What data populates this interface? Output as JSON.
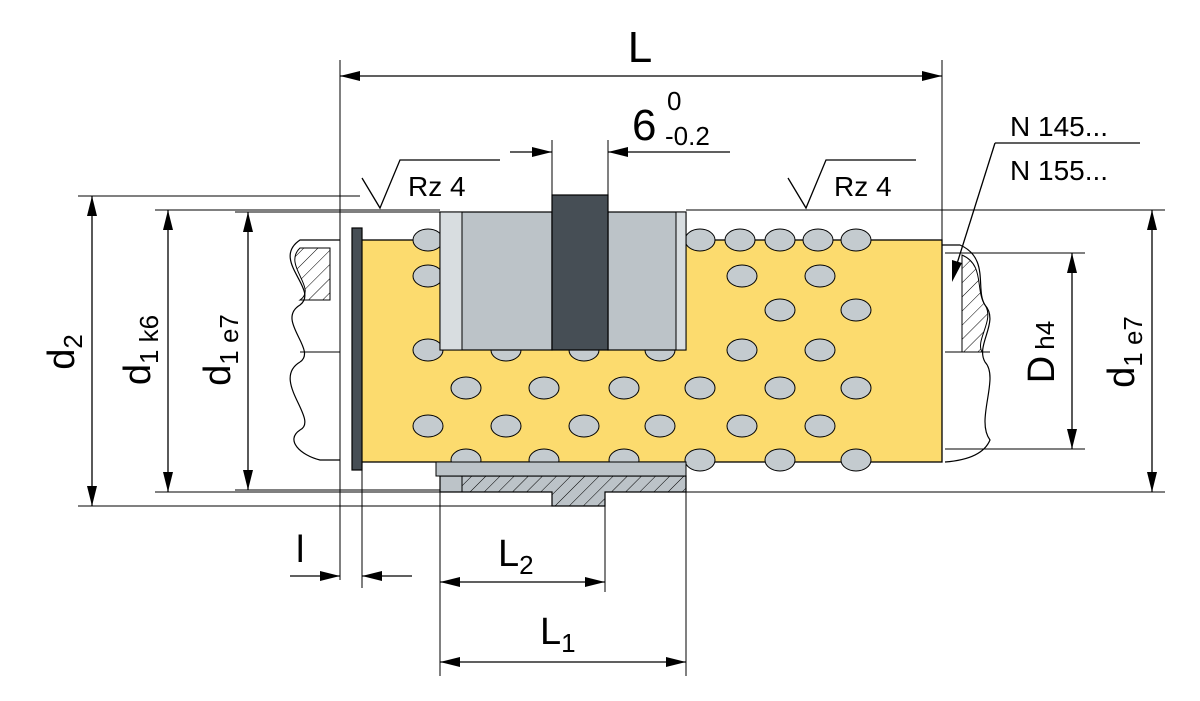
{
  "labels": {
    "L": "L",
    "tol_nominal": "6",
    "tol_upper": "0",
    "tol_lower": "-0.2",
    "rz_left": "Rz 4",
    "rz_right": "Rz 4",
    "part_a": "N 145...",
    "part_b": "N 155...",
    "d2": "d",
    "d2_sub": "2",
    "d1_k6": "d",
    "d1_k6_sub": "1 k6",
    "d1_e7_left": "d",
    "d1_e7_left_sub": "1 e7",
    "D_h4": "D",
    "D_h4_sub": "h4",
    "d1_e7_right": "d",
    "d1_e7_right_sub": "1 e7",
    "l": "l",
    "L2": "L",
    "L2_sub": "2",
    "L1": "L",
    "L1_sub": "1"
  },
  "colors": {
    "cage": "#FCDB6E",
    "ball": "#C4CBCF",
    "sleeve": "#BCC3C8",
    "sleeve_dark": "#464E55",
    "bore": "#F0F2F3"
  }
}
